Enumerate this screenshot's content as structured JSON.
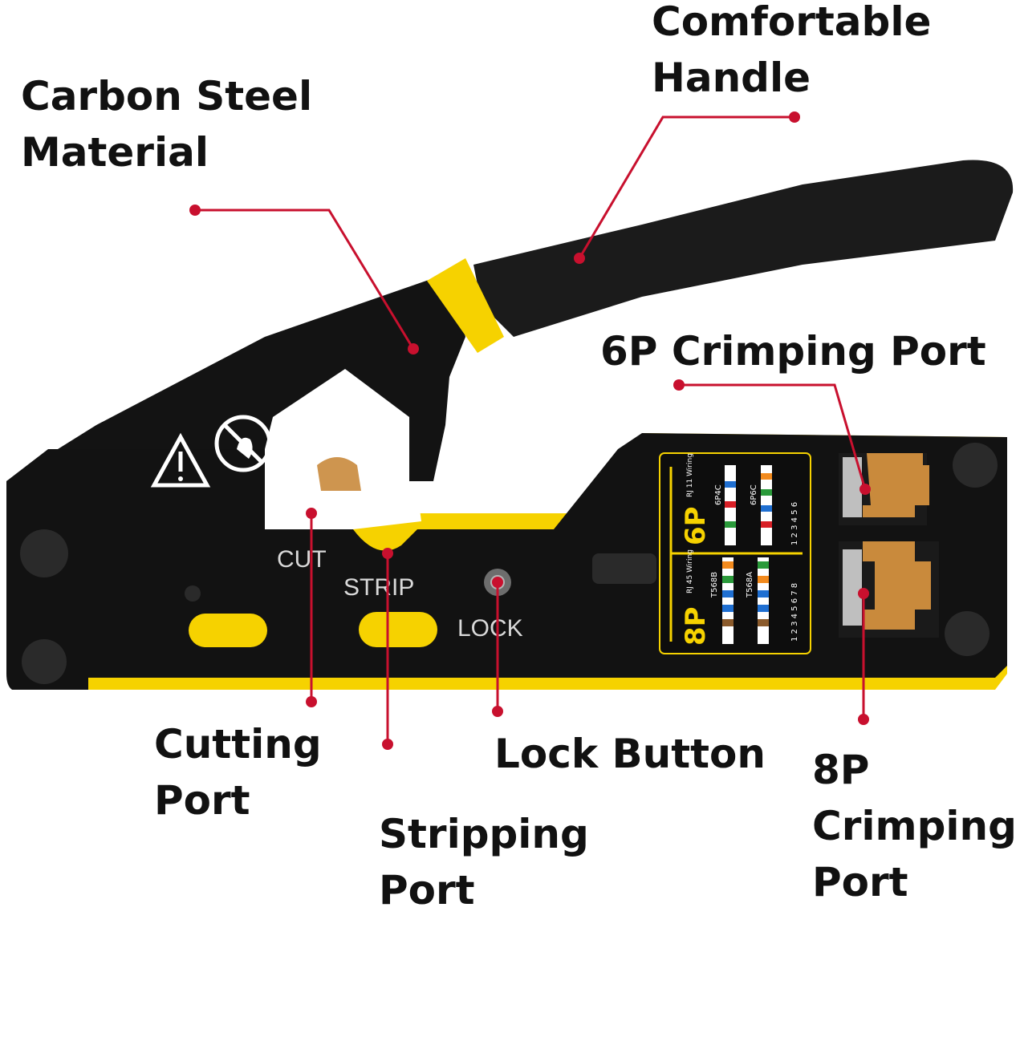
{
  "callouts": {
    "carbon_steel": [
      "Carbon Steel",
      "Material"
    ],
    "handle": [
      "Comfortable",
      "Handle"
    ],
    "crimp6p": [
      "6P Crimping Port"
    ],
    "cutting": [
      "Cutting",
      "Port"
    ],
    "stripping": [
      "Stripping",
      "Port"
    ],
    "lock": [
      "Lock Button"
    ],
    "crimp8p": [
      "8P",
      "Crimping",
      "Port"
    ]
  },
  "tool_labels": {
    "cut": "CUT",
    "strip": "STRIP",
    "lock": "LOCK"
  },
  "wiring_chart": {
    "six_p_title": "6P",
    "six_p_sub": "RJ 11 Wiring",
    "six_p_4c": "6P4C",
    "six_p_6c": "6P6C",
    "six_p_numbers": "1 2 3 4 5 6",
    "eight_p_title": "8P",
    "eight_p_sub": "RJ 45 Wiring",
    "t568b": "T568B",
    "t568a": "T568A",
    "eight_p_numbers": "1 2 3 4 5 6 7 8"
  },
  "colors": {
    "callout_line": "#c8102e",
    "tool_body": "#121212",
    "tool_accent": "#f6d200",
    "port_insert": "#c98a3c"
  },
  "icons": [
    "warning-icon",
    "no-hand-icon",
    "safety-goggles-icon"
  ]
}
